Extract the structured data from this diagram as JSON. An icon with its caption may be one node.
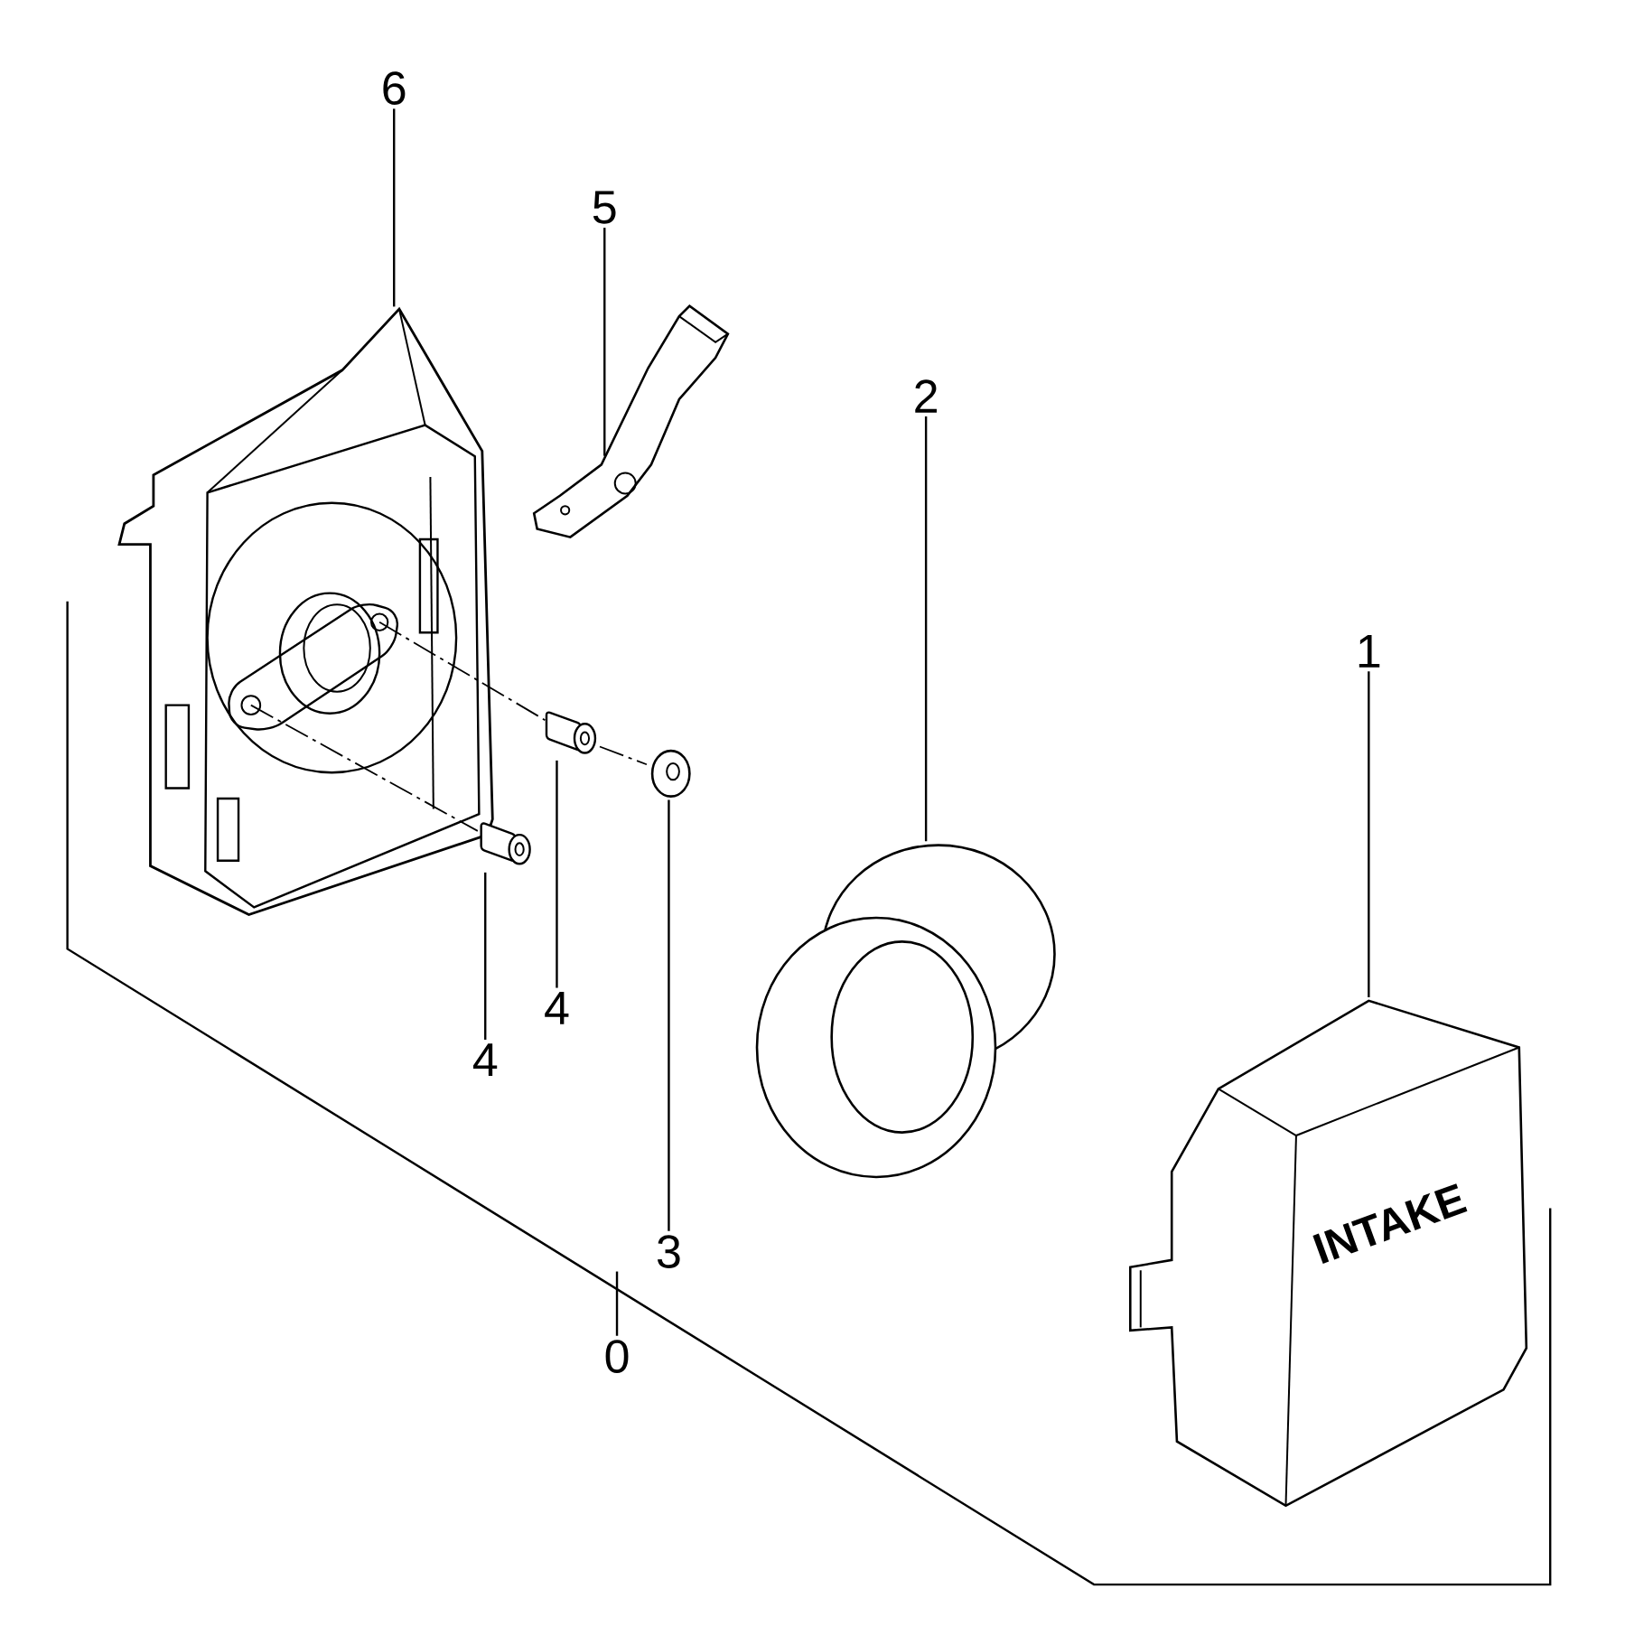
{
  "diagram": {
    "nodes": [
      {
        "text": [
          "6"
        ]
      },
      {
        "text": [
          "5"
        ]
      },
      {
        "text": [
          "2"
        ]
      },
      {
        "text": [
          "1"
        ]
      },
      {
        "text": [
          "4"
        ]
      },
      {
        "text": [
          "4"
        ]
      },
      {
        "text": [
          "3"
        ]
      },
      {
        "text": [
          "0"
        ]
      },
      {
        "text": [],
        "shape": "picture"
      },
      {
        "text": [],
        "shape": "picture"
      },
      {
        "text": [],
        "shape": "picture"
      },
      {
        "text": [],
        "shape": "picture"
      },
      {
        "text": [],
        "shape": "picture"
      },
      {
        "text": [],
        "shape": "picture"
      },
      {
        "text": [],
        "shape": "picture"
      }
    ],
    "edges": [
      {
        "from": 0,
        "to": 8,
        "arrow": "none"
      },
      {
        "from": 1,
        "to": 9,
        "arrow": "none"
      },
      {
        "from": 2,
        "to": 10,
        "arrow": "none"
      },
      {
        "from": 3,
        "to": 11,
        "arrow": "none"
      },
      {
        "from": 4,
        "to": 12,
        "arrow": "none"
      },
      {
        "from": 5,
        "to": 13,
        "arrow": "none"
      },
      {
        "from": 6,
        "to": 14,
        "arrow": "none"
      },
      {
        "from": 7,
        "to": null,
        "arrow": "none"
      },
      {
        "from": 8,
        "to": 13,
        "arrow": "none",
        "style": "dashed"
      },
      {
        "from": 13,
        "to": 14,
        "arrow": "none",
        "style": "dashed"
      },
      {
        "from": 8,
        "to": 12,
        "arrow": "none",
        "style": "dashed"
      }
    ],
    "labels": [
      "INTAKE"
    ]
  }
}
